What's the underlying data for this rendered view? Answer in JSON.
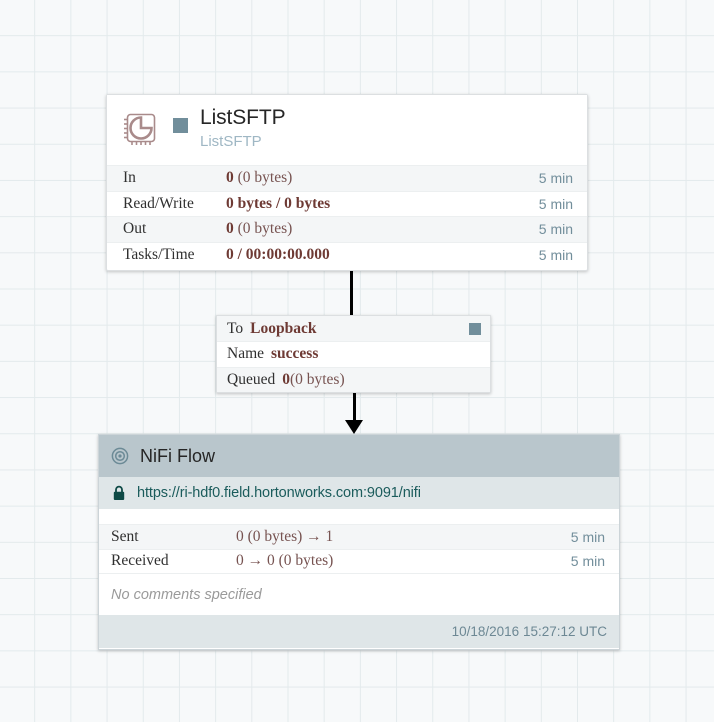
{
  "canvas": {
    "grid_color": "#e3eaec",
    "background_color": "#f7f9fa"
  },
  "processor": {
    "icon": "processor-chip-icon",
    "run_status_icon": "stopped-square-icon",
    "name": "ListSFTP",
    "type": "ListSFTP",
    "accent_color": "#718e9b",
    "stats": [
      {
        "label": "In",
        "value_bold": "0",
        "value_rest": " (0 bytes)",
        "time": "5 min"
      },
      {
        "label": "Read/Write",
        "value_bold": "0 bytes / 0 bytes",
        "value_rest": "",
        "time": "5 min"
      },
      {
        "label": "Out",
        "value_bold": "0",
        "value_rest": " (0 bytes)",
        "time": "5 min"
      },
      {
        "label": "Tasks/Time",
        "value_bold": "0 / 00:00:00.000",
        "value_rest": "",
        "time": "5 min"
      }
    ]
  },
  "connection_label": {
    "to_key": "To",
    "to_value": "Loopback",
    "status_icon": "stopped-square-icon",
    "name_key": "Name",
    "name_value": "success",
    "queued_key": "Queued",
    "queued_bold": "0",
    "queued_rest": " (0 bytes)"
  },
  "remote_process_group": {
    "header_icon": "remote-process-group-target-icon",
    "name": "NiFi Flow",
    "secure_icon": "lock-icon",
    "url": "https://ri-hdf0.field.hortonworks.com:9091/nifi",
    "url_color": "#1a5b5b",
    "header_color": "#b9c6cc",
    "stats": [
      {
        "label": "Sent",
        "parts": "0 (0 bytes) → 1",
        "time": "5 min"
      },
      {
        "label": "Received",
        "parts": "0 → 0 (0 bytes)",
        "time": "5 min"
      }
    ],
    "comments": "No comments specified",
    "timestamp": "10/18/2016 15:27:12 UTC"
  }
}
